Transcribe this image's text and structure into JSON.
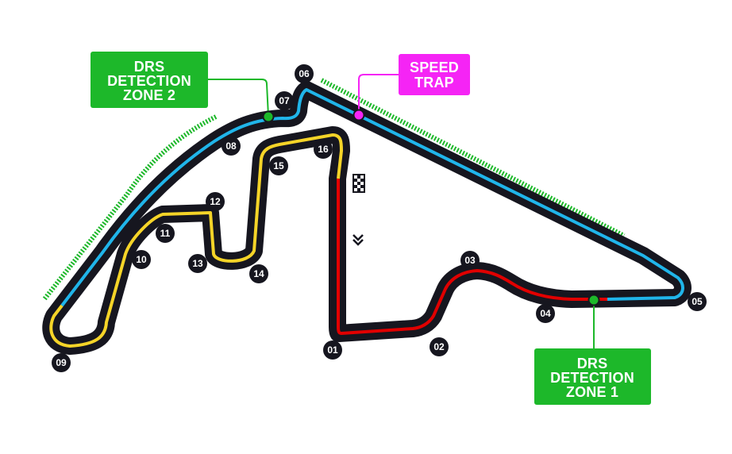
{
  "colors": {
    "track": "#16161f",
    "sector1": "#e10000",
    "sector2": "#20b5ea",
    "sector3": "#f5d428",
    "drs_zone": "#1db82a",
    "speed_trap": "#f524f5",
    "turn_badge": "#16161f"
  },
  "labels": {
    "drs_detection_2": [
      "DRS",
      "DETECTION",
      "ZONE 2"
    ],
    "drs_detection_1": [
      "DRS",
      "DETECTION",
      "ZONE 1"
    ],
    "speed_trap": [
      "SPEED",
      "TRAP"
    ]
  },
  "turns": [
    "01",
    "02",
    "03",
    "04",
    "05",
    "06",
    "07",
    "08",
    "09",
    "10",
    "11",
    "12",
    "13",
    "14",
    "15",
    "16"
  ],
  "icons": {
    "start_finish": "checkered-flag-icon",
    "direction": "double-chevron-down-icon"
  }
}
